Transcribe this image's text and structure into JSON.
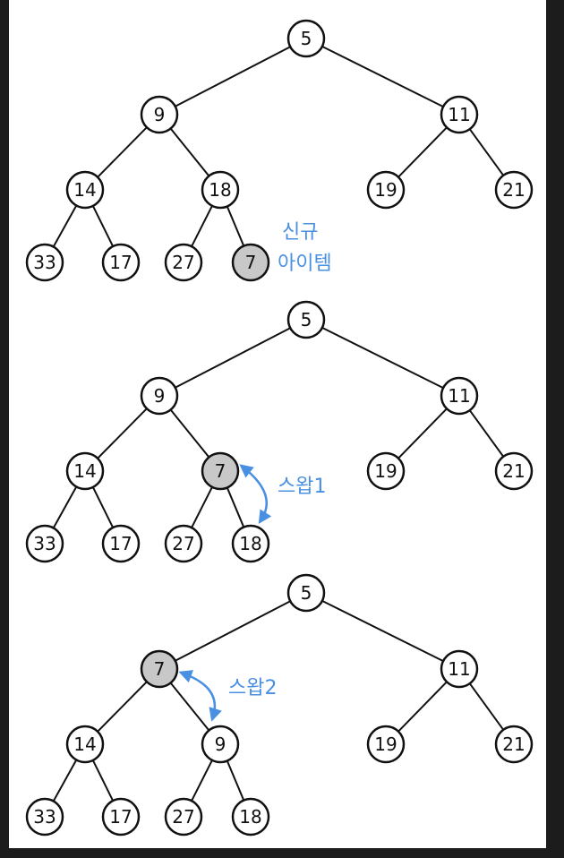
{
  "colors": {
    "background": "#1c1c1c",
    "paper": "#ffffff",
    "stroke": "#111111",
    "highlight": "#c8c8c8",
    "annotation": "#4a90e2"
  },
  "trees": [
    {
      "nodes": [
        "5",
        "9",
        "11",
        "14",
        "18",
        "19",
        "21",
        "33",
        "17",
        "27",
        "7"
      ],
      "highlight_index": 10,
      "annotation": [
        "신규",
        "아이템"
      ]
    },
    {
      "nodes": [
        "5",
        "9",
        "11",
        "14",
        "7",
        "19",
        "21",
        "33",
        "17",
        "27",
        "18"
      ],
      "highlight_index": 4,
      "annotation": [
        "스왑1"
      ]
    },
    {
      "nodes": [
        "5",
        "7",
        "11",
        "14",
        "9",
        "19",
        "21",
        "33",
        "17",
        "27",
        "18"
      ],
      "highlight_index": 1,
      "annotation": [
        "스왑2"
      ]
    }
  ]
}
